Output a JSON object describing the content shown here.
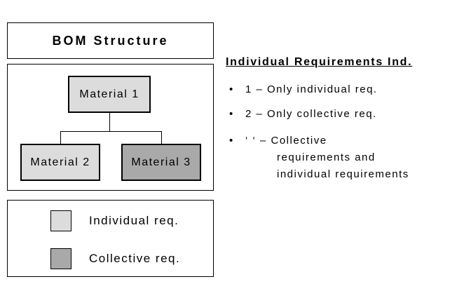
{
  "diagram": {
    "title": "BOM Structure",
    "nodes": [
      {
        "id": "material-1",
        "label": "Material 1",
        "requirement_type": "individual"
      },
      {
        "id": "material-2",
        "label": "Material 2",
        "requirement_type": "individual"
      },
      {
        "id": "material-3",
        "label": "Material 3",
        "requirement_type": "collective"
      }
    ],
    "edges": [
      [
        "material-1",
        "material-2"
      ],
      [
        "material-1",
        "material-3"
      ]
    ],
    "legend": [
      {
        "label": "Individual req.",
        "color": "#dcdcdc"
      },
      {
        "label": "Collective req.",
        "color": "#a9a9a9"
      }
    ]
  },
  "panel": {
    "heading": "Individual Requirements Ind.",
    "bullet_char": "•",
    "bullets": [
      {
        "text": "1 – Only individual req."
      },
      {
        "text": "2 – Only collective req."
      },
      {
        "text": "‘ ‘ – Collective",
        "continuation": [
          "requirements and",
          "individual requirements"
        ]
      }
    ]
  },
  "colors": {
    "individual": "#dcdcdc",
    "collective": "#a9a9a9",
    "border": "#000000",
    "background": "#ffffff"
  }
}
